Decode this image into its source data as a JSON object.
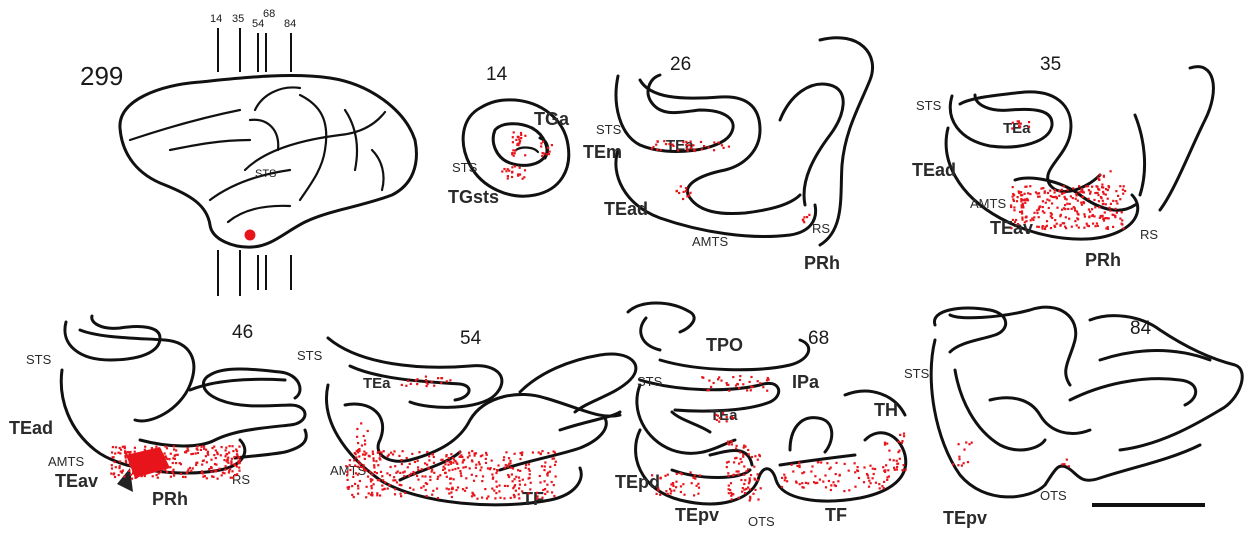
{
  "case_number": "299",
  "brain": {
    "section_ticks": [
      "14",
      "35",
      "54",
      "68",
      "84"
    ],
    "sulcus_label": "STS"
  },
  "sections": [
    {
      "number": "14",
      "areas": [
        "TGa",
        "TGsts"
      ],
      "sulci": [
        "STS"
      ]
    },
    {
      "number": "26",
      "areas": [
        "TEa",
        "TEm",
        "TEad",
        "PRh"
      ],
      "sulci": [
        "STS",
        "AMTS",
        "RS"
      ]
    },
    {
      "number": "35",
      "areas": [
        "TEa",
        "TEad",
        "TEav",
        "PRh"
      ],
      "sulci": [
        "STS",
        "AMTS",
        "RS"
      ]
    },
    {
      "number": "46",
      "areas": [
        "TEad",
        "TEav",
        "PRh"
      ],
      "sulci": [
        "STS",
        "AMTS",
        "RS"
      ]
    },
    {
      "number": "54",
      "areas": [
        "TEa",
        "TF"
      ],
      "sulci": [
        "STS",
        "AMTS"
      ]
    },
    {
      "number": "68",
      "areas": [
        "TPO",
        "IPa",
        "TEa",
        "TH",
        "TEpd",
        "TEpv",
        "TF"
      ],
      "sulci": [
        "STS",
        "OTS"
      ]
    },
    {
      "number": "84",
      "areas": [
        "TEpv"
      ],
      "sulci": [
        "STS",
        "OTS"
      ]
    }
  ],
  "colors": {
    "label_cells": "#e8141c",
    "outline": "#111111"
  }
}
